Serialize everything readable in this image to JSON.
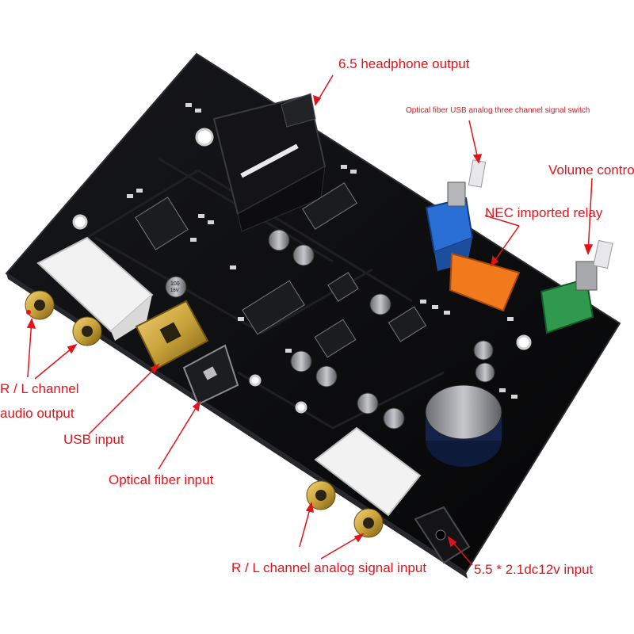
{
  "callouts": {
    "headphone_output": "6.5 headphone output",
    "signal_switch": "Optical fiber USB analog three channel signal switch",
    "volume_control": "Volume control",
    "relay": "NEC imported relay",
    "rl_channel_line1": "R / L channel",
    "rl_channel_line2": "audio output",
    "usb_input": "USB input",
    "optical_input": "Optical fiber input",
    "analog_input": "R / L channel analog signal input",
    "dc_input": "5.5 * 2.1dc12v input"
  },
  "component_markings": {
    "cap": "100",
    "cap_sub": "16V"
  },
  "colors": {
    "callout": "#e0141b",
    "board": "#0b0b0d",
    "switch_blue": "#2a6fd6",
    "relay_orange": "#f07a1c",
    "pot_green": "#2f9a4e",
    "gold": "#c9a33a"
  }
}
